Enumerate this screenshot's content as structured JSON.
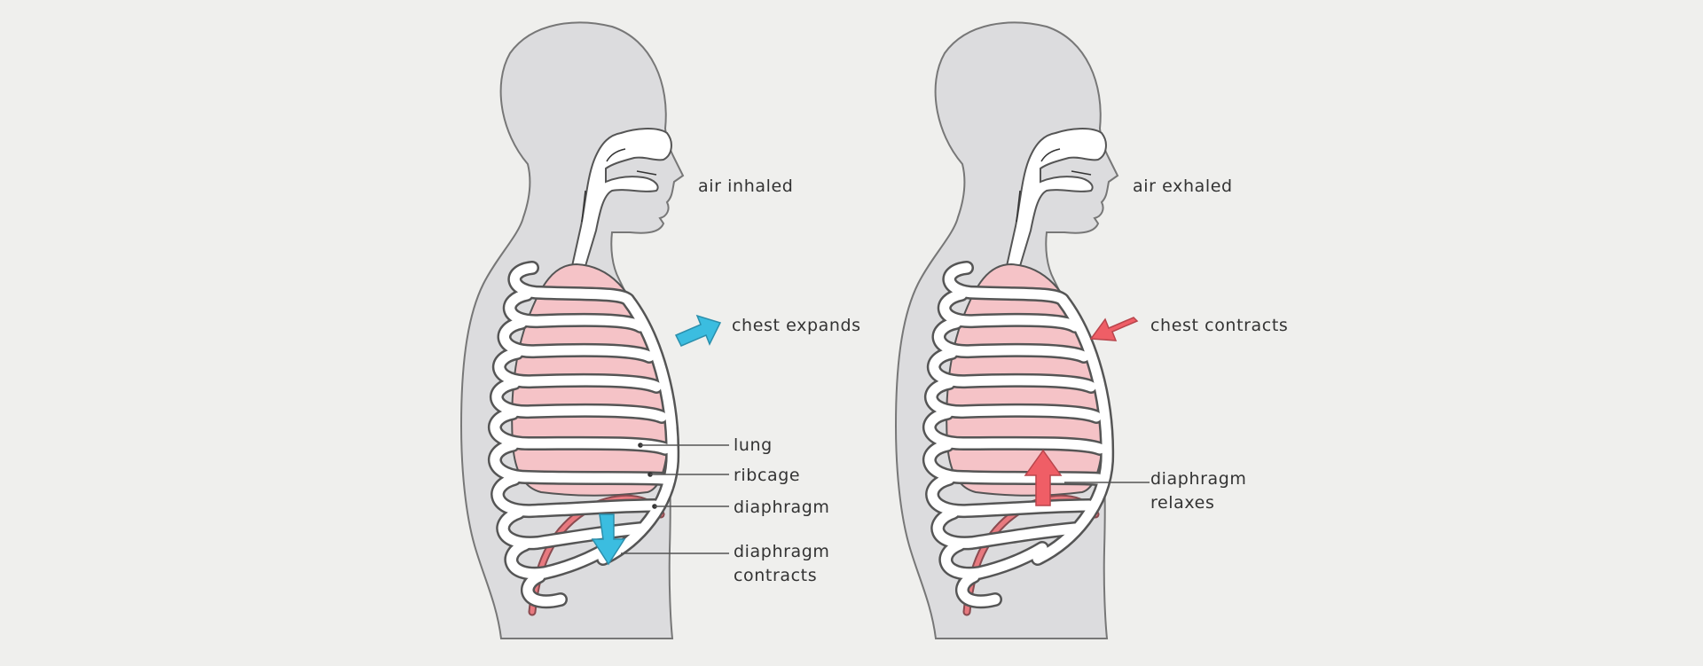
{
  "colors": {
    "background": "#efefed",
    "body": "#dcdcde",
    "lung": "#f5c3c7",
    "expand_arrow": "#3bbde0",
    "contract_arrow": "#ef5e66",
    "diaphragm": "#e8797f"
  },
  "inhale": {
    "air_label": "air inhaled",
    "chest_label": "chest expands",
    "lung_label": "lung",
    "ribcage_label": "ribcage",
    "diaphragm_label": "diaphragm",
    "diaphragm_action_line1": "diaphragm",
    "diaphragm_action_line2": "contracts"
  },
  "exhale": {
    "air_label": "air exhaled",
    "chest_label": "chest contracts",
    "diaphragm_action_line1": "diaphragm",
    "diaphragm_action_line2": "relaxes"
  },
  "icons": {
    "chest_expand_arrow": "arrow-up-right-icon",
    "diaphragm_down_arrow": "arrow-down-icon",
    "chest_contract_arrow": "arrow-left-icon",
    "diaphragm_up_arrow": "arrow-up-icon"
  }
}
